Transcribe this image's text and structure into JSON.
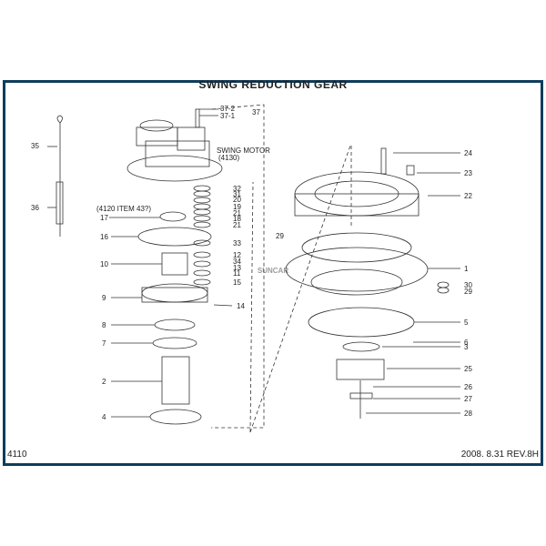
{
  "title": "SWING REDUCTION GEAR",
  "page_number": "4110",
  "revision": "2008. 8.31 REV.8H",
  "watermark": "SUNCAR",
  "accent_color": "#0e3d5c",
  "annotations": {
    "swing_motor": "SWING MOTOR",
    "swing_motor_ref": "(4130)",
    "item_ref": "(4120 ITEM 43?)"
  },
  "callouts": {
    "c37_2": "37-2",
    "c37_1": "37-1",
    "c37": "37",
    "c35": "35",
    "c36": "36",
    "c17": "17",
    "c16": "16",
    "c10": "10",
    "c9": "9",
    "c8": "8",
    "c7": "7",
    "c2": "2",
    "c4": "4",
    "c32": "32",
    "c31": "31",
    "c20": "20",
    "c19": "19",
    "c21a": "21",
    "c18": "18",
    "c21b": "21",
    "c33": "33",
    "c12": "12",
    "c34": "34",
    "c13": "13",
    "c11": "11",
    "c15": "15",
    "c14": "14",
    "c24": "24",
    "c23": "23",
    "c22": "22",
    "c29a": "29",
    "c1": "1",
    "c30": "30",
    "c29b": "29",
    "c5": "5",
    "c6": "6",
    "c3": "3",
    "c25": "25",
    "c26": "26",
    "c27": "27",
    "c28": "28"
  }
}
